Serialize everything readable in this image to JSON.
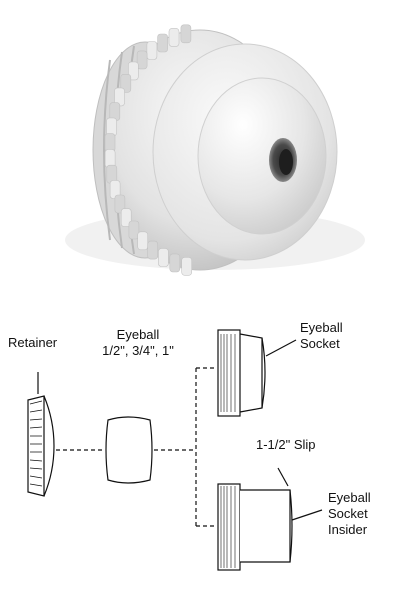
{
  "labels": {
    "retainer": "Retainer",
    "eyeball_line1": "Eyeball",
    "eyeball_line2": "1/2\", 3/4\", 1\"",
    "eyeball_socket_line1": "Eyeball",
    "eyeball_socket_line2": "Socket",
    "slip": "1-1/2\" Slip",
    "insider_line1": "Eyeball",
    "insider_line2": "Socket",
    "insider_line3": "Insider"
  },
  "colors": {
    "product_body": "#e6e6e6",
    "product_shadow": "#bdbdbd",
    "product_hole": "#4a4a4a",
    "line_art": "#111111",
    "background": "#ffffff"
  }
}
